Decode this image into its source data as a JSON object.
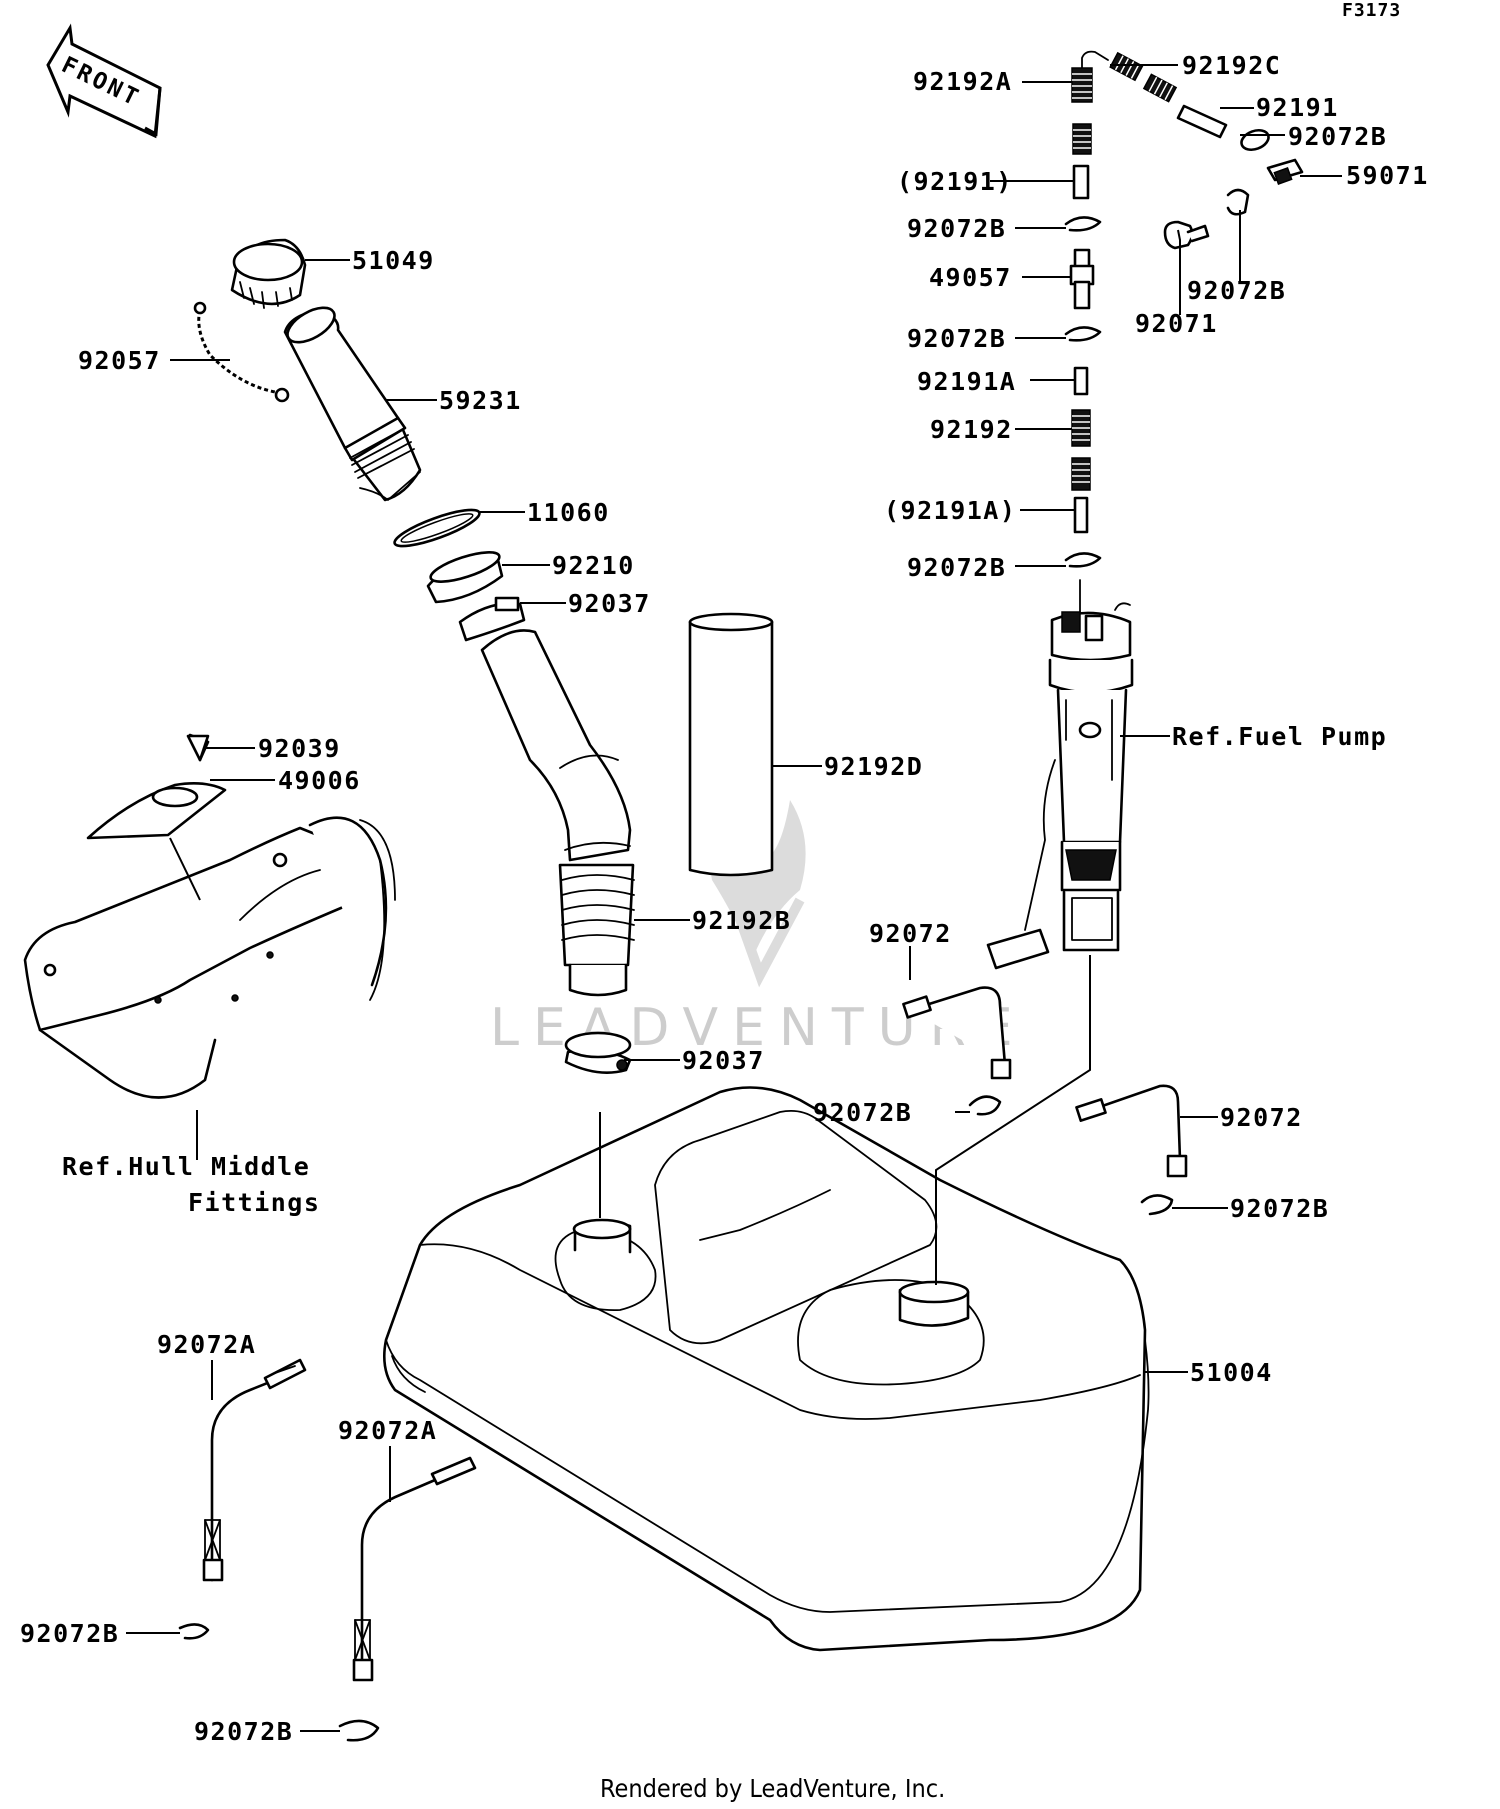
{
  "figure_code": "F3173",
  "front_marker": "FRONT",
  "watermark": "LEADVENTURE",
  "footer": "Rendered by LeadVenture, Inc.",
  "callouts": {
    "c92192C": "92192C",
    "c92192A": "92192A",
    "c92191_top": "92191",
    "c92072B_r1": "92072B",
    "c59071": "59071",
    "c92191_paren": "(92191)",
    "c92072B_1": "92072B",
    "c49057": "49057",
    "c92072B_r2": "92072B",
    "c92071": "92071",
    "c92072B_2": "92072B",
    "c92191A": "92191A",
    "c92192": "92192",
    "c92191A_paren": "(92191A)",
    "c92072B_3": "92072B",
    "c51049": "51049",
    "c92057": "92057",
    "c59231": "59231",
    "c11060": "11060",
    "c92210": "92210",
    "c92037_top": "92037",
    "c92192D": "92192D",
    "ref_fuel_pump": "Ref.Fuel Pump",
    "c92039": "92039",
    "c49006": "49006",
    "c92192B": "92192B",
    "c92072_mid": "92072",
    "c92037_bot": "92037",
    "c92072B_mid": "92072B",
    "c92072_right": "92072",
    "c92072B_right": "92072B",
    "ref_hull_1": "Ref.Hull Middle",
    "ref_hull_2": "Fittings",
    "c51004": "51004",
    "c92072A_left": "92072A",
    "c92072A_mid": "92072A",
    "c92072B_bl": "92072B",
    "c92072B_bm": "92072B"
  }
}
